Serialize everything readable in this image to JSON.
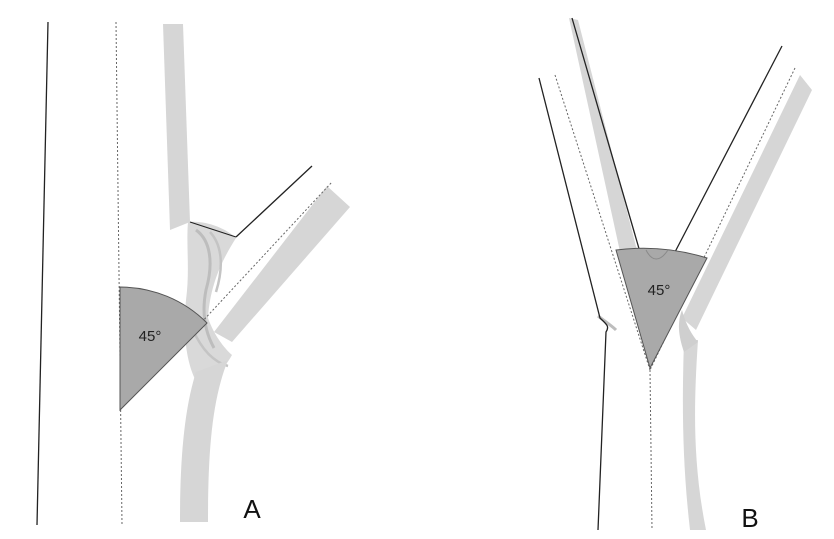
{
  "panels": [
    {
      "label": "A",
      "angle_label": "45°"
    },
    {
      "label": "B",
      "angle_label": "45°"
    }
  ],
  "colors": {
    "bark_band": "#d6d6d6",
    "outline": "#222222",
    "guide_line": "#666666",
    "angle_wedge": "#a9a9a9",
    "wedge_outline": "#555555",
    "background": "#ffffff"
  }
}
